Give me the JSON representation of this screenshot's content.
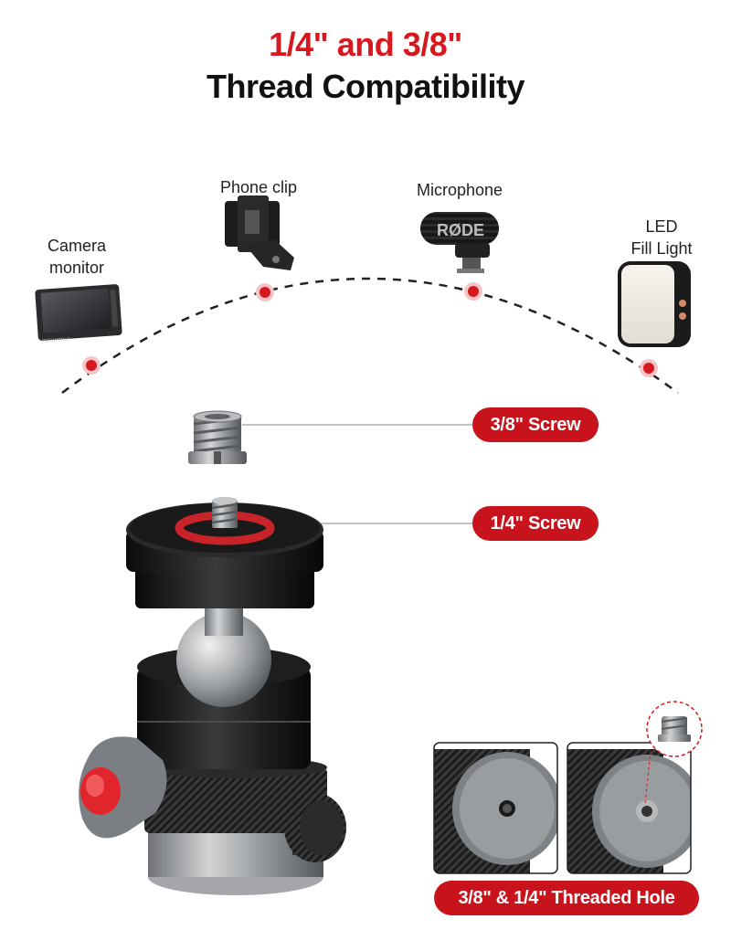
{
  "header": {
    "title_line1": "1/4\" and 3/8\"",
    "title_line2": "Thread Compatibility"
  },
  "devices": {
    "camera_monitor": "Camera\nmonitor",
    "phone_clip": "Phone clip",
    "microphone": "Microphone",
    "led_fill_light": "LED\nFill Light",
    "monitor_brand": "FEELWORLD",
    "mic_brand": "RØDE"
  },
  "callouts": {
    "screw_38": "3/8\" Screw",
    "screw_14": "1/4\" Screw",
    "threaded_hole": "3/8\" & 1/4\" Threaded Hole"
  },
  "colors": {
    "accent_red": "#c8131c",
    "title_red": "#d7191f",
    "metal_black": "#1a1a1a",
    "metal_grey": "#8e9093"
  }
}
